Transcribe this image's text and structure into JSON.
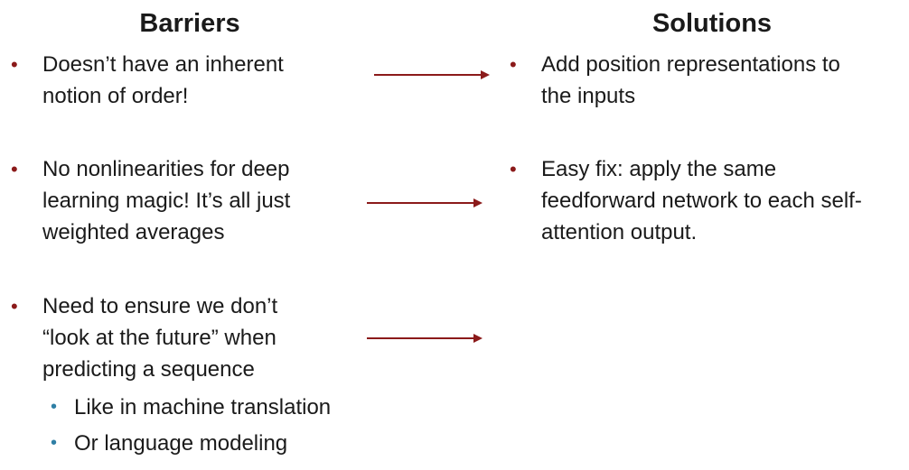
{
  "headings": {
    "barriers": "Barriers",
    "solutions": "Solutions"
  },
  "barriers": [
    {
      "bullet": "•",
      "text": "Doesn’t have an inherent\nnotion of order!"
    },
    {
      "bullet": "•",
      "text": "No nonlinearities for deep\nlearning magic! It’s all just\nweighted averages"
    },
    {
      "bullet": "•",
      "text": "Need to ensure we don’t\n“look at the future” when\npredicting a sequence",
      "sub_items": [
        {
          "bullet": "•",
          "text": "Like in machine translation"
        },
        {
          "bullet": "•",
          "text": "Or language modeling"
        }
      ]
    }
  ],
  "solutions": [
    {
      "bullet": "•",
      "text": "Add position representations to\nthe inputs"
    },
    {
      "bullet": "•",
      "text": "Easy fix: apply the same\nfeedforward network to each self-\nattention output."
    }
  ],
  "colors": {
    "bullet_primary": "#8b1a1a",
    "bullet_secondary": "#2f7fa5",
    "arrow": "#8b1a1a",
    "text": "#1a1a1a"
  }
}
